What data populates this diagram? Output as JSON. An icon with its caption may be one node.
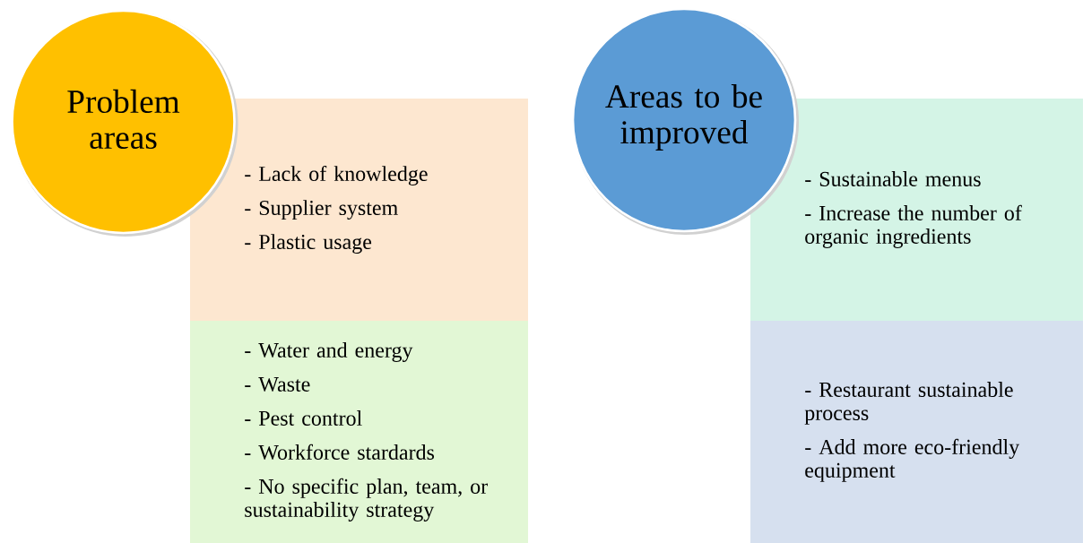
{
  "diagram": {
    "nodes": [
      {
        "text": [
          "Problem areas"
        ]
      },
      {
        "text": [
          "- Lack of knowledge",
          "- Supplier system",
          "- Plastic usage"
        ]
      },
      {
        "text": [
          "- Water and energy",
          "- Waste",
          "- Pest control",
          "- Workforce stardards",
          "- No specific plan, team, or sustainability strategy"
        ]
      },
      {
        "text": [
          "Areas to be improved"
        ]
      },
      {
        "text": [
          "- Sustainable menus",
          "- Increase the number of organic ingredients"
        ]
      },
      {
        "text": [
          "- Restaurant sustainable process",
          "- Add more eco-friendly equipment"
        ]
      }
    ]
  }
}
